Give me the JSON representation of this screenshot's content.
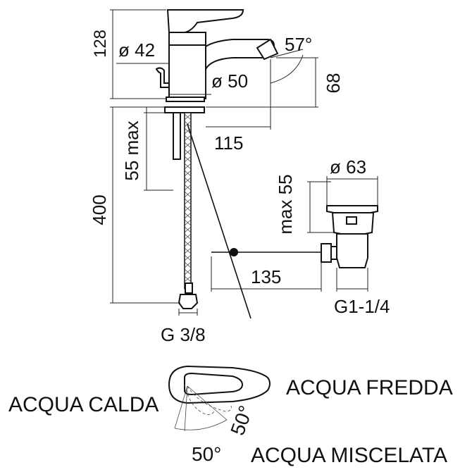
{
  "dimensions": {
    "height_total": "128",
    "body_diameter": "ø 42",
    "angle_spout": "57°",
    "base_diameter": "ø 50",
    "spout_height": "68",
    "spout_reach": "115",
    "worktop_max": "55 max",
    "hose_length": "400",
    "hose_connection": "G 3/8",
    "waste_diameter": "ø 63",
    "waste_max": "max 55",
    "rod_length": "135",
    "waste_thread": "G1-1/4"
  },
  "handle_diagram": {
    "hot_label": "ACQUA CALDA",
    "cold_label": "ACQUA FREDDA",
    "mixed_label": "ACQUA MISCELATA",
    "angle_left": "50°",
    "angle_right": "50°"
  }
}
